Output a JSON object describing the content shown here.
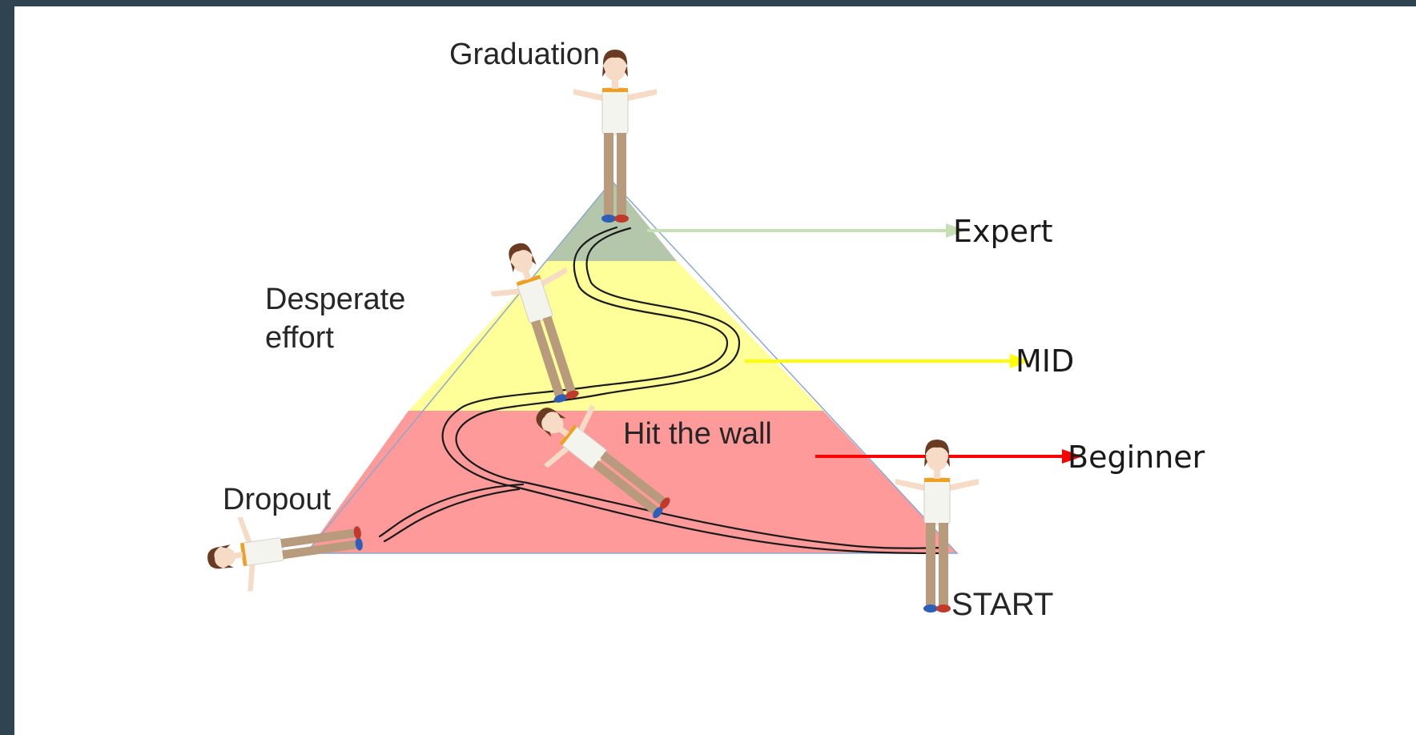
{
  "labels": {
    "graduation": "Graduation",
    "desperate_line1": "Desperate",
    "desperate_line2": "effort",
    "hit_the_wall": "Hit the wall",
    "dropout": "Dropout",
    "start": "START"
  },
  "levels": [
    {
      "name": "Expert",
      "fill": "#b4c7aa",
      "arrow": "#c5e0b4"
    },
    {
      "name": "MID",
      "fill": "#ffff99",
      "arrow": "#ffff00"
    },
    {
      "name": "Beginner",
      "fill": "#ff9a9a",
      "arrow": "#ff0000"
    }
  ],
  "colors": {
    "frame": "#2f4450",
    "shirt": "#f4f4ee",
    "pants": "#b89a7c",
    "hair": "#6b3a22",
    "skin": "#f6dcc6",
    "collar": "#f0a020",
    "shoe": "#2d5fb8"
  }
}
